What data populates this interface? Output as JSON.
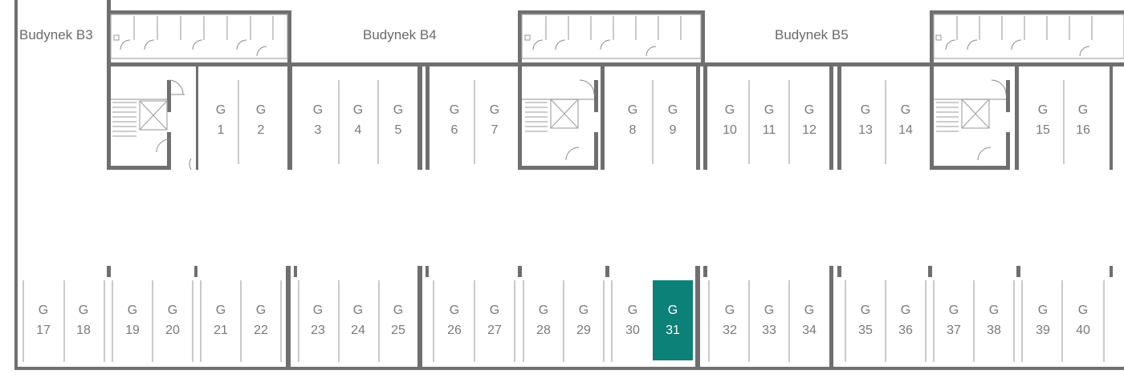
{
  "buildings": [
    {
      "id": "b3",
      "label": "Budynek B3"
    },
    {
      "id": "b4",
      "label": "Budynek B4"
    },
    {
      "id": "b5",
      "label": "Budynek B5"
    }
  ],
  "garage_prefix": "G",
  "garages": [
    {
      "number": "1",
      "selected": false
    },
    {
      "number": "2",
      "selected": false
    },
    {
      "number": "3",
      "selected": false
    },
    {
      "number": "4",
      "selected": false
    },
    {
      "number": "5",
      "selected": false
    },
    {
      "number": "6",
      "selected": false
    },
    {
      "number": "7",
      "selected": false
    },
    {
      "number": "8",
      "selected": false
    },
    {
      "number": "9",
      "selected": false
    },
    {
      "number": "10",
      "selected": false
    },
    {
      "number": "11",
      "selected": false
    },
    {
      "number": "12",
      "selected": false
    },
    {
      "number": "13",
      "selected": false
    },
    {
      "number": "14",
      "selected": false
    },
    {
      "number": "15",
      "selected": false
    },
    {
      "number": "16",
      "selected": false
    },
    {
      "number": "17",
      "selected": false
    },
    {
      "number": "18",
      "selected": false
    },
    {
      "number": "19",
      "selected": false
    },
    {
      "number": "20",
      "selected": false
    },
    {
      "number": "21",
      "selected": false
    },
    {
      "number": "22",
      "selected": false
    },
    {
      "number": "23",
      "selected": false
    },
    {
      "number": "24",
      "selected": false
    },
    {
      "number": "25",
      "selected": false
    },
    {
      "number": "26",
      "selected": false
    },
    {
      "number": "27",
      "selected": false
    },
    {
      "number": "28",
      "selected": false
    },
    {
      "number": "29",
      "selected": false
    },
    {
      "number": "30",
      "selected": false
    },
    {
      "number": "31",
      "selected": true
    },
    {
      "number": "32",
      "selected": false
    },
    {
      "number": "33",
      "selected": false
    },
    {
      "number": "34",
      "selected": false
    },
    {
      "number": "35",
      "selected": false
    },
    {
      "number": "36",
      "selected": false
    },
    {
      "number": "37",
      "selected": false
    },
    {
      "number": "38",
      "selected": false
    },
    {
      "number": "39",
      "selected": false
    },
    {
      "number": "40",
      "selected": false
    }
  ],
  "colors": {
    "selected_fill": "#0c8178",
    "wall": "#6f6f6f"
  }
}
